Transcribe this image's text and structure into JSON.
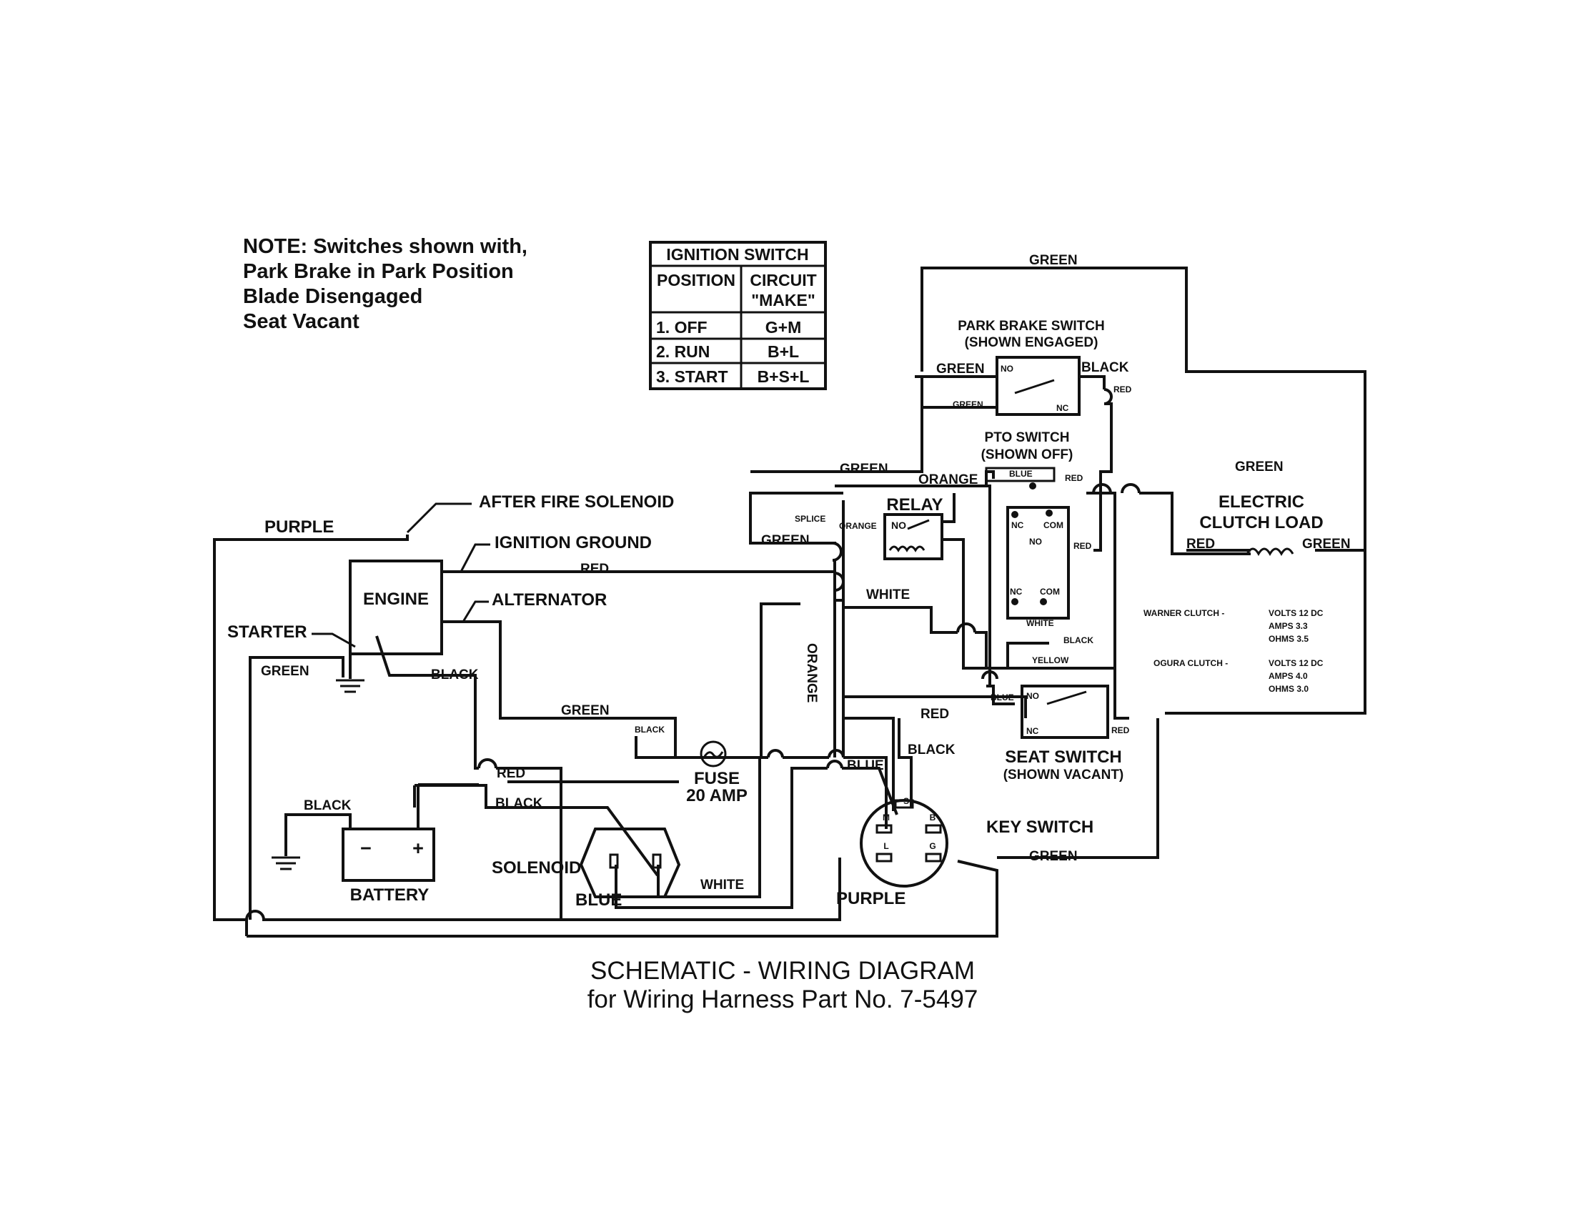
{
  "note": {
    "lines": [
      "NOTE: Switches shown with,",
      "Park Brake in Park Position",
      "Blade Disengaged",
      "Seat Vacant"
    ]
  },
  "ignition_table": {
    "title": "IGNITION SWITCH",
    "headers": [
      "POSITION",
      "CIRCUIT",
      "\"MAKE\""
    ],
    "rows": [
      {
        "position": "1. OFF",
        "circuit": "G+M"
      },
      {
        "position": "2. RUN",
        "circuit": "B+L"
      },
      {
        "position": "3. START",
        "circuit": "B+S+L"
      }
    ]
  },
  "components": {
    "engine": "ENGINE",
    "after_fire_solenoid": "AFTER FIRE SOLENOID",
    "ignition_ground": "IGNITION GROUND",
    "alternator": "ALTERNATOR",
    "starter": "STARTER",
    "battery": "BATTERY",
    "battery_minus": "−",
    "battery_plus": "+",
    "solenoid": "SOLENOID",
    "fuse_line1": "FUSE",
    "fuse_line2": "20 AMP",
    "key_switch": "KEY SWITCH",
    "key_pins": {
      "s": "S",
      "m": "M",
      "b": "B",
      "l": "L",
      "g": "G"
    },
    "relay": "RELAY",
    "relay_no": "NO",
    "splice": "SPLICE",
    "park_brake_line1": "PARK BRAKE SWITCH",
    "park_brake_line2": "(SHOWN ENGAGED)",
    "pto_line1": "PTO SWITCH",
    "pto_line2": "(SHOWN OFF)",
    "seat_line1": "SEAT  SWITCH",
    "seat_line2": "(SHOWN VACANT)",
    "clutch_line1": "ELECTRIC",
    "clutch_line2": "CLUTCH LOAD",
    "contacts": {
      "no": "NO",
      "nc": "NC",
      "com": "COM"
    }
  },
  "clutch_specs": {
    "warner": {
      "name": "WARNER CLUTCH -",
      "volts": "VOLTS 12 DC",
      "amps": "AMPS 3.3",
      "ohms": "OHMS 3.5"
    },
    "ogura": {
      "name": "OGURA CLUTCH -",
      "volts": "VOLTS 12 DC",
      "amps": "AMPS 4.0",
      "ohms": "OHMS 3.0"
    }
  },
  "wires": {
    "purple": "PURPLE",
    "green": "GREEN",
    "black": "BLACK",
    "red": "RED",
    "white": "WHITE",
    "blue": "BLUE",
    "orange": "ORANGE",
    "yellow": "YELLOW"
  },
  "title": {
    "line1": "SCHEMATIC - WIRING DIAGRAM",
    "line2": "for Wiring Harness Part No. 7-5497"
  }
}
